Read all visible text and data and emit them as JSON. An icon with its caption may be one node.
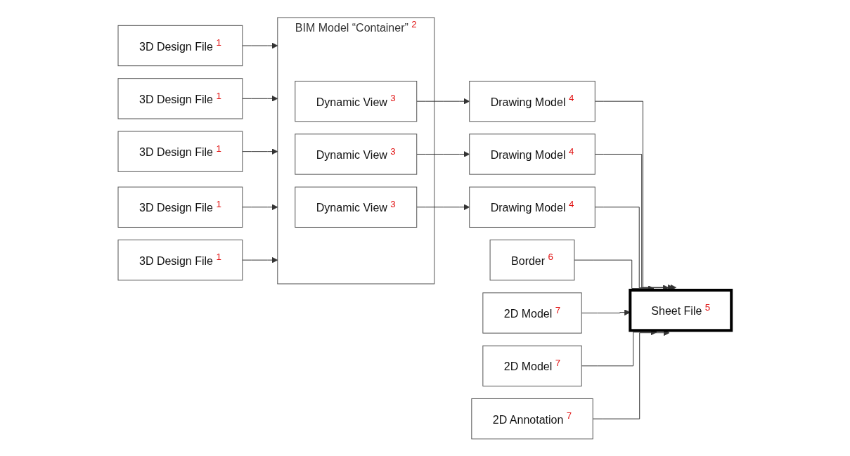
{
  "diagram": {
    "nodes": [
      {
        "text": [
          "3D Design File",
          "1"
        ]
      },
      {
        "text": [
          "3D Design File",
          "1"
        ]
      },
      {
        "text": [
          "3D Design File",
          "1"
        ]
      },
      {
        "text": [
          "3D Design File",
          "1"
        ]
      },
      {
        "text": [
          "3D Design File",
          "1"
        ]
      },
      {
        "text": [
          "BIM Model “Container”",
          "2"
        ]
      },
      {
        "text": [
          "Dynamic View",
          "3"
        ],
        "in": 5
      },
      {
        "text": [
          "Dynamic View",
          "3"
        ],
        "in": 5
      },
      {
        "text": [
          "Dynamic View",
          "3"
        ],
        "in": 5
      },
      {
        "text": [
          "Drawing Model",
          "4"
        ]
      },
      {
        "text": [
          "Drawing Model",
          "4"
        ]
      },
      {
        "text": [
          "Drawing Model",
          "4"
        ]
      },
      {
        "text": [
          "Sheet File",
          "5"
        ]
      },
      {
        "text": [
          "Border",
          "6"
        ]
      },
      {
        "text": [
          "2D Model",
          "7"
        ]
      },
      {
        "text": [
          "2D Model",
          "7"
        ]
      },
      {
        "text": [
          "2D Annotation",
          "7"
        ]
      }
    ],
    "edges": [
      {
        "from": 0,
        "to": 5,
        "arrow": "to"
      },
      {
        "from": 1,
        "to": 5,
        "arrow": "to"
      },
      {
        "from": 2,
        "to": 5,
        "arrow": "to"
      },
      {
        "from": 3,
        "to": 5,
        "arrow": "to"
      },
      {
        "from": 4,
        "to": 5,
        "arrow": "to"
      },
      {
        "from": 6,
        "to": 9,
        "arrow": "to"
      },
      {
        "from": 7,
        "to": 10,
        "arrow": "to"
      },
      {
        "from": 8,
        "to": 11,
        "arrow": "to"
      },
      {
        "from": 9,
        "to": 12,
        "arrow": "to"
      },
      {
        "from": 10,
        "to": 12,
        "arrow": "to"
      },
      {
        "from": 11,
        "to": 12,
        "arrow": "to"
      },
      {
        "from": 13,
        "to": 12,
        "arrow": "to"
      },
      {
        "from": 14,
        "to": 12,
        "arrow": "to"
      },
      {
        "from": 15,
        "to": 12,
        "arrow": "to"
      },
      {
        "from": 16,
        "to": 12,
        "arrow": "to"
      }
    ]
  }
}
